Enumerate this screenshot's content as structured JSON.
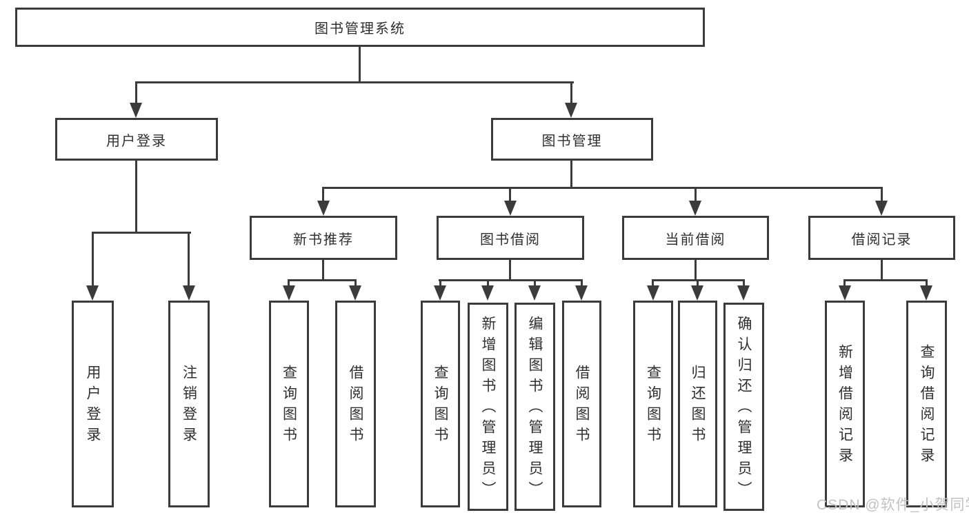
{
  "diagram": {
    "type": "hierarchy-tree",
    "root": {
      "label": "图书管理系统",
      "children": [
        {
          "label": "用户登录",
          "children": [
            {
              "label": "用户登录"
            },
            {
              "label": "注销登录"
            }
          ]
        },
        {
          "label": "图书管理",
          "children": [
            {
              "label": "新书推荐",
              "children": [
                {
                  "label": "查询图书"
                },
                {
                  "label": "借阅图书"
                }
              ]
            },
            {
              "label": "图书借阅",
              "children": [
                {
                  "label": "查询图书"
                },
                {
                  "label": "新增图书（管理员）"
                },
                {
                  "label": "编辑图书（管理员）"
                },
                {
                  "label": "借阅图书"
                }
              ]
            },
            {
              "label": "当前借阅",
              "children": [
                {
                  "label": "查询图书"
                },
                {
                  "label": "归还图书"
                },
                {
                  "label": "确认归还（管理员）"
                }
              ]
            },
            {
              "label": "借阅记录",
              "children": [
                {
                  "label": "新增借阅记录"
                },
                {
                  "label": "查询借阅记录"
                }
              ]
            }
          ]
        }
      ]
    }
  },
  "watermark": {
    "text": "CSDN @软件_小贺同学"
  },
  "colors": {
    "line": "#3b3b3b",
    "text": "#2f2f2f",
    "background": "#ffffff",
    "watermark": "#c2c2c2"
  }
}
